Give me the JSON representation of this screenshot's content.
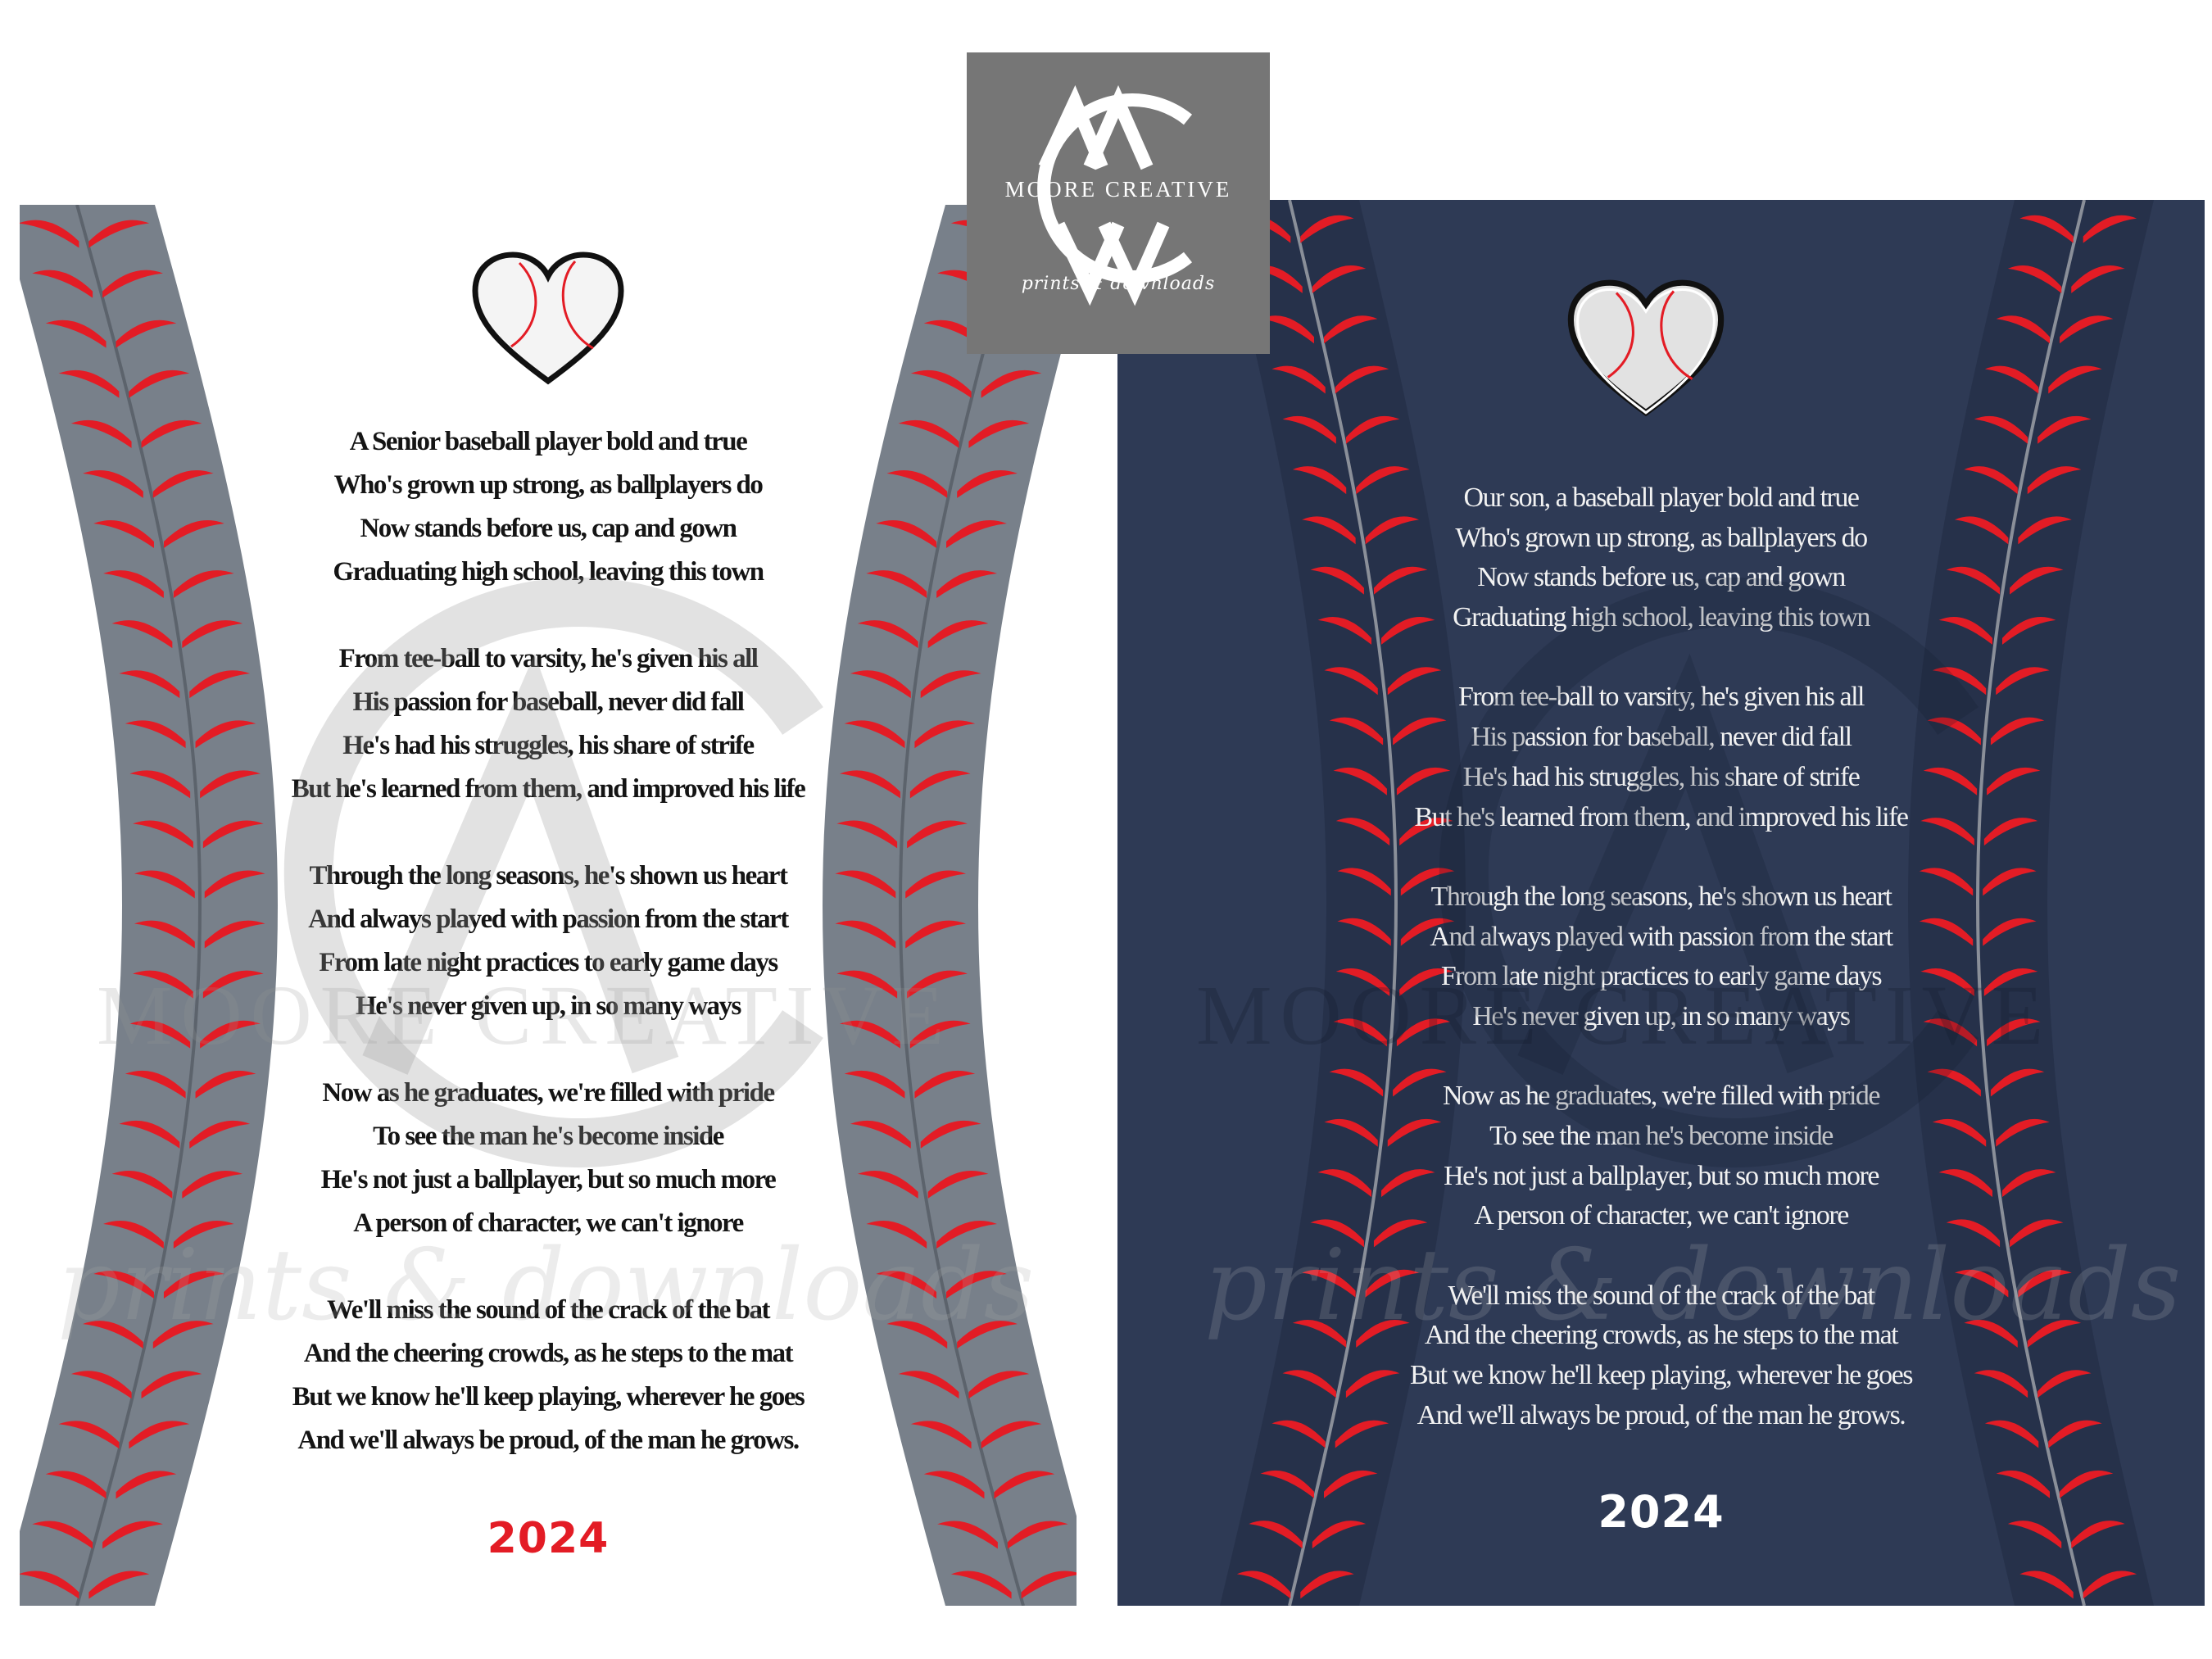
{
  "brand": {
    "name": "MOORE CREATIVE",
    "tagline": "prints & downloads"
  },
  "colors": {
    "seam_gray": "#78808a",
    "stitch_red": "#e31c25",
    "navy": "#2e3a55",
    "navy_seam": "#26314a",
    "logo_bg": "#767676"
  },
  "left_card": {
    "year": "2024",
    "stanzas": [
      [
        "A Senior baseball player bold and true",
        "Who's grown up strong, as ballplayers do",
        "Now stands before us, cap and gown",
        "Graduating high school, leaving this town"
      ],
      [
        "From tee-ball to varsity, he's given his all",
        "His passion for baseball, never did fall",
        "He's had his struggles, his share of strife",
        "But he's learned from them, and improved his life"
      ],
      [
        "Through the long seasons, he's shown us heart",
        "And always played with passion from the start",
        "From late night practices to early game days",
        "He's never given up, in so many ways"
      ],
      [
        "Now as he graduates, we're filled with pride",
        "To see the man he's become inside",
        "He's not just a ballplayer, but so much more",
        "A person of character, we can't ignore"
      ],
      [
        "We'll miss the sound of the crack of the bat",
        "And the cheering crowds, as he steps to the mat",
        "But we know he'll keep playing, wherever he goes",
        "And we'll always be proud, of the man he grows."
      ]
    ]
  },
  "right_card": {
    "year": "2024",
    "stanzas": [
      [
        "Our son, a baseball player bold and true",
        "Who's grown up strong, as ballplayers do",
        "Now stands before us, cap and gown",
        "Graduating high school, leaving this town"
      ],
      [
        "From tee-ball to varsity, he's given his all",
        "His passion for baseball, never did fall",
        "He's had his struggles, his share of strife",
        "But he's learned from them, and improved his life"
      ],
      [
        "Through the long seasons, he's shown us heart",
        "And always played with passion from the start",
        "From late night practices to early game days",
        "He's never given up, in so many ways"
      ],
      [
        "Now as he graduates, we're filled with pride",
        "To see the man he's become inside",
        "He's not just a ballplayer, but so much more",
        "A person of character, we can't ignore"
      ],
      [
        "We'll miss the sound of the crack of the bat",
        "And the cheering crowds, as he steps to the mat",
        "But we know he'll keep playing, wherever he goes",
        "And we'll always be proud, of the man he grows."
      ]
    ]
  },
  "icons": {
    "heart": "baseball-heart-icon",
    "logo": "moore-creative-logo-icon"
  }
}
